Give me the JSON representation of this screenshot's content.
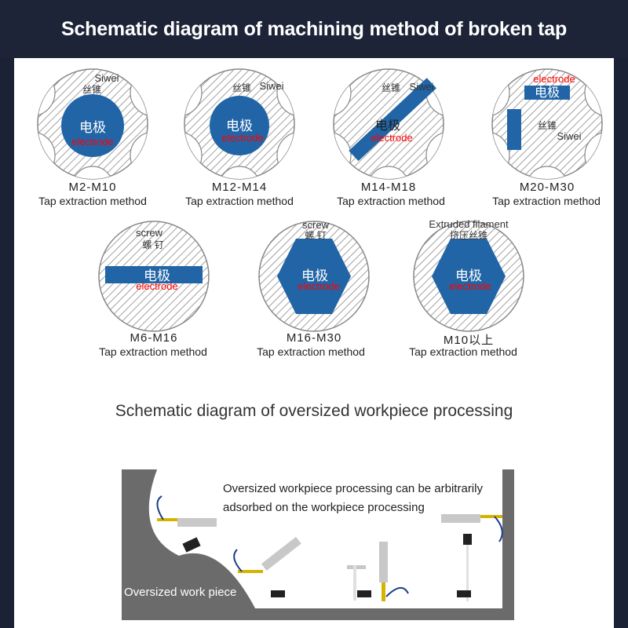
{
  "title": "Schematic diagram of machining method of broken tap",
  "method_caption": "Tap extraction method",
  "electrode_cn": "电极",
  "electrode_en": "electrode",
  "diagrams": [
    {
      "size": "M2-M10",
      "labels": [
        "Siwei",
        "丝锥"
      ]
    },
    {
      "size": "M12-M14",
      "labels": [
        "丝锥",
        "Siwei"
      ]
    },
    {
      "size": "M14-M18",
      "labels": [
        "丝锥",
        "Siwei"
      ]
    },
    {
      "size": "M20-M30",
      "labels": [
        "electrode",
        "丝锥",
        "Siwei"
      ]
    },
    {
      "size": "M6-M16",
      "labels": [
        "screw",
        "螺 钉"
      ]
    },
    {
      "size": "M16-M30",
      "labels": [
        "screw",
        "螺 钉"
      ]
    },
    {
      "size": "M10以上",
      "labels": [
        "Extruded filament",
        "挤压丝锥"
      ]
    }
  ],
  "subtitle": "Schematic diagram of oversized workpiece processing",
  "workpiece_note": "Oversized workpiece processing can be arbitrarily adsorbed on the workpiece processing",
  "workpiece_label": "Oversized work piece",
  "colors": {
    "electrode": "#2165a6",
    "header": "#1d2438",
    "label_red": "#ff0000"
  }
}
